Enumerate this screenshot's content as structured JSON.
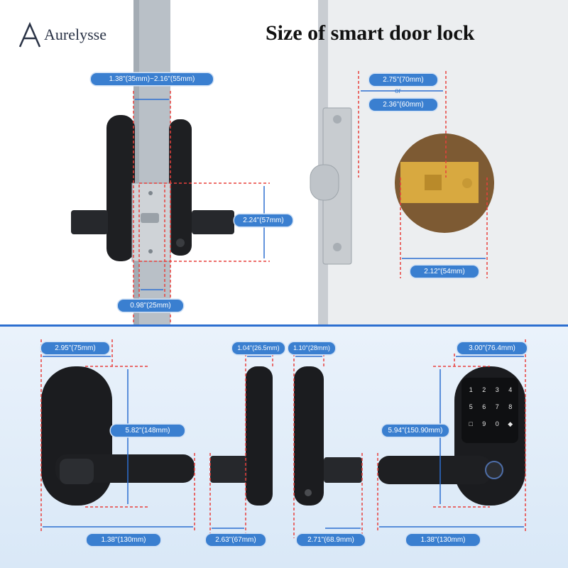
{
  "brand": {
    "name": "Aurelysse",
    "logo_icon": "aurelysse-logo-icon"
  },
  "title": "Size of smart door lock",
  "dimensions": {
    "door_thickness": "1.38\"(35mm)~2.16\"(55mm)",
    "faceplate_height": "2.24\"(57mm)",
    "faceplate_width": "0.98\"(25mm)",
    "backset_70": "2.75\"(70mm)",
    "or_label": "or",
    "backset_60": "2.36\"(60mm)",
    "bore_diameter": "2.12\"(54mm)",
    "rear_width": "2.95\"(75mm)",
    "rear_height": "5.82\"(148mm)",
    "rear_handle_length": "1.38\"(130mm)",
    "side_rear_depth": "1.04\"(26.5mm)",
    "side_rear_spindle": "2.63\"(67mm)",
    "side_front_depth": "1.10\"(28mm)",
    "side_front_spindle": "2.71\"(68.9mm)",
    "front_width": "3.00\"(76.4mm)",
    "front_height": "5.94\"(150.90mm)",
    "front_handle_length": "1.38\"(130mm)"
  },
  "keypad": {
    "keys": [
      "1",
      "2",
      "3",
      "4",
      "5",
      "6",
      "7",
      "8",
      "9",
      "0"
    ],
    "bell_icon": "doorbell-icon",
    "lock_icon": "lock-icon",
    "fingerprint_icon": "fingerprint-sensor-icon"
  },
  "colors": {
    "accent": "#3a7fd0",
    "guide_red": "#e8403c",
    "divider": "#2d6fd0",
    "lock_body": "#1b1c1f",
    "brass": "#d8a940"
  }
}
